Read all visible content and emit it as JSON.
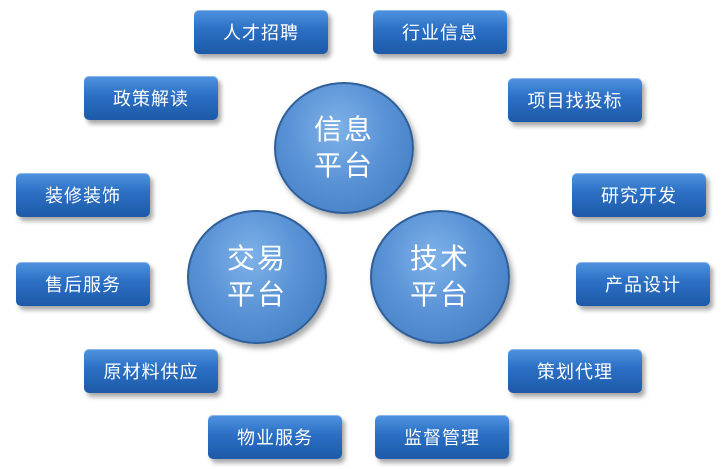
{
  "hubs": {
    "info": "信息平台",
    "trade": "交易平台",
    "tech": "技术平台"
  },
  "tags": {
    "talent": "人才招聘",
    "industry_news": "行业信息",
    "policy": "政策解读",
    "bidding": "项目找投标",
    "decoration": "装修装饰",
    "rnd": "研究开发",
    "after_sales": "售后服务",
    "product_design": "产品设计",
    "materials": "原材料供应",
    "planning_agency": "策划代理",
    "property": "物业服务",
    "supervision": "监督管理"
  }
}
